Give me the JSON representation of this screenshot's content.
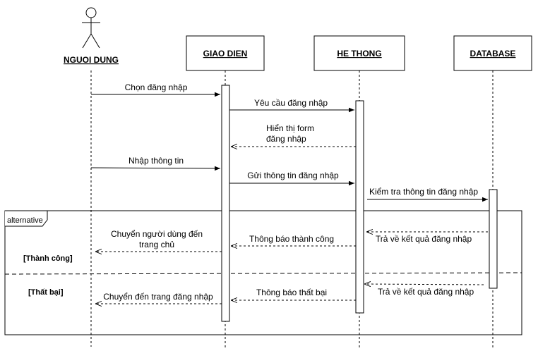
{
  "participants": {
    "actor": "NGUOI DUNG",
    "ui": "GIAO DIEN",
    "system": "HE THONG",
    "db": "DATABASE"
  },
  "messages": {
    "m1": "Chọn đăng nhập",
    "m2": "Yêu cầu đăng nhập",
    "m3_line1": "Hiển thị form",
    "m3_line2": "đăng nhập",
    "m4": "Nhập thông tin",
    "m5": "Gửi thông tin đăng nhập",
    "m6": "Kiểm tra thông tin đăng nhập",
    "m7": "Trả về kết quả đăng nhập",
    "m8": "Thông báo thành công",
    "m9_line1": "Chuyển người dùng đến",
    "m9_line2": "trang chủ",
    "m10": "Trả về kết quả đăng nhập",
    "m11": "Thông báo thất bại",
    "m12": "Chuyển đến trang đăng nhập"
  },
  "fragment": {
    "label": "alternative",
    "guard_success": "[Thành công]",
    "guard_fail": "[Thất bại]"
  }
}
